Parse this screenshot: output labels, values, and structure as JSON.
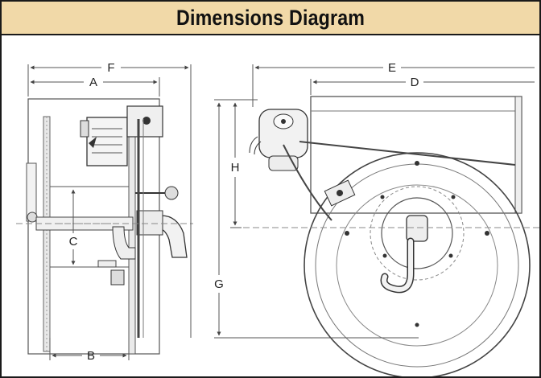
{
  "header": {
    "title": "Dimensions Diagram"
  },
  "labels": {
    "A": "A",
    "B": "B",
    "C": "C",
    "D": "D",
    "E": "E",
    "F": "F",
    "G": "G",
    "H": "H"
  },
  "colors": {
    "header_bg": "#f1d9a8",
    "border": "#1a1a1a",
    "line_art": "#444444"
  }
}
